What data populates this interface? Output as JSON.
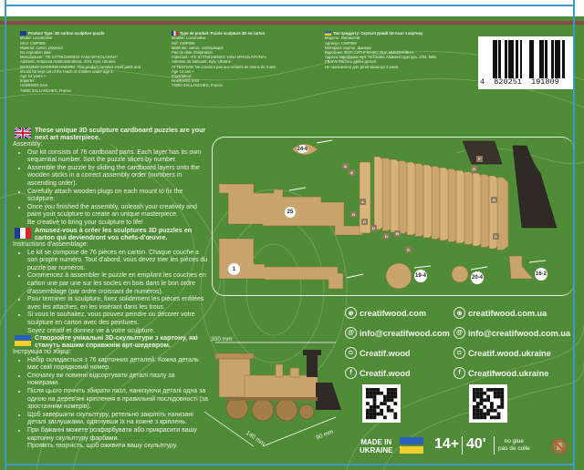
{
  "header": {
    "en_lines": [
      "Product Type: 3D carbon sculpture puzzle",
      "Model: Locomotive",
      "SKU: CWP006",
      "Material: carton, plywood",
      "No expiration date",
      "Manufacturer: \"FE SYTNICHENKO YANA MYKOLAIVNA\"",
      "Address: Antonova Avtokonstruktora, 2/34, Kyiv, Ukraine",
      "WARNING! CHOKING HAZARD. This product contains small parts and",
      "should be kept out of the reach of children under age 3.",
      "Age 14 years +",
      "Importer:",
      "HABRARD SAS",
      "74000 SALLANCHES, France"
    ],
    "fr_lines": [
      "Type de produit: Puzzle sculpture 3D en carton",
      "Modèle: Locomotive",
      "Réf: CWP006",
      "Matériau: carton, contreplaqué",
      "Pas de date d'expiration",
      "Fabricant: «FE SYTNICHENKO YANA MYKOLAYIVNA»",
      "Adresse du fabricant: Kyiv, Ukraine",
      "ATTENTION! Ne convient pas aux enfants de moins de 3 ans",
      "Âge 14 ans +",
      "Importateur:",
      "HABRARD SAS",
      "74000 SALLANCHES, France"
    ],
    "ua_lines": [
      "Тип продукту: Скульптурний 3D-пазл з картону",
      "Модель: Локомотив",
      "Артикул: CWP006",
      "Матеріал: картон, фанера",
      "Виробник: ФОП СИТНІЧЕНКО ЯНА МИКОЛАЇВНА",
      "Адреса виробника: вул. Антонова Авіаконструктора, 2/34, Київ",
      "УВАГА! Містить дрібні деталі",
      "Не призначено для дітей віком до 3 років"
    ]
  },
  "barcode": {
    "digits": "4  820251  191809"
  },
  "sections": {
    "en": {
      "title": "These unique 3D sculpture cardboard puzzles are your next art masterpiece.",
      "subtitle": "Assembly:",
      "items": [
        "Our kit consists of 76 cardboard parts. Each layer has its own sequential number. Sort the puzzle slices by number.",
        "Assemble the puzzle by sliding the cardboard layers onto the wooden sticks in a correct assembly order (numbers in ascending order).",
        "Carefully attach wooden plugs on each mount to fix the sculpture.",
        "Once you finished the assembly, unleash your creativity and paint your sculpture to create an unique masterpiece."
      ],
      "closing": "Be creative to bring your sculpture to life!"
    },
    "fr": {
      "title": "Amusez-vous à créer les sculptures 3D puzzles en carton qui deviendront vos chefs-d'œuvre.",
      "subtitle": "Instructions d'assemblage:",
      "items": [
        "Le kit se compose de 76 pièces en carton. Chaque couche a son propre numéro. Tout d'abord, vous devez trier les pièces du puzzle par numéros.",
        "Commencez à assembler le puzzle en empilant les couches en carton une par une sur les socles en bois dans le bon ordre d'assemblage (par ordre croissant de numéros).",
        "Pour terminer la sculpture, fixez solidement les pièces enfilées avec les attaches, en les insérant dans les trous.",
        "Si vous le souhaitez, vous pouvez peindre ou décorer votre sculpture en carton avec des peintures."
      ],
      "closing": "Soyez créatif et donnez vie à votre sculpture."
    },
    "ua": {
      "title": "Створюйте унікальні 3D-скульптури з картону, які стануть вашим справжнім арт-шедевром.",
      "subtitle": "Інструкція по збірці:",
      "items": [
        "Набір складається з 76 картонних деталей. Кожна деталь має свій порядковий номер.",
        "Спочатку ви повинні відсортувати деталі пазлу за номерами.",
        "Після цього почніть збирати пазл, нанизуючи деталі одна за одною на дерев'яні кріплення в правильній послідовності (за зростанням номерів).",
        "Щоб завершити скульптуру, ретельно закріпіть нанизані деталі заглушками, одягнувши їх на кожне з кріплень.",
        "При бажанні можете розфарбувати або прикрасити вашу картонну скульптуру фарбами."
      ],
      "closing": "Проявіть творчість, щоб оживити вашу скульптуру."
    }
  },
  "diagram": {
    "part_labels": [
      "24-6",
      "25",
      "1",
      "19-4",
      "20-4",
      "16-2"
    ],
    "letters": [
      "A",
      "A",
      "A",
      "D",
      "D",
      "D",
      "D",
      "B",
      "E",
      "F",
      "G",
      "H",
      "C"
    ]
  },
  "dimensions": {
    "length": "300 mm",
    "width": "140 mm",
    "height": "90 mm"
  },
  "contacts": {
    "left": [
      {
        "icon": "globe-icon",
        "text": "creatifwood.com"
      },
      {
        "icon": "email-icon",
        "text": "info@creatifwood.com"
      },
      {
        "icon": "instagram-icon",
        "text": "Creatif.wood"
      },
      {
        "icon": "facebook-icon",
        "text": "Creatif.wood"
      }
    ],
    "right": [
      {
        "icon": "globe-icon",
        "text": "creatifwood.com.ua"
      },
      {
        "icon": "email-icon",
        "text": "info@creatifwood.com.ua"
      },
      {
        "icon": "instagram-icon",
        "text": "Creatif.wood.ukraine"
      },
      {
        "icon": "facebook-icon",
        "text": "Creatifwood.ukraine"
      }
    ]
  },
  "footer": {
    "made_in_1": "MADE IN",
    "made_in_2": "UKRAINE",
    "age": "14+",
    "time": "40'",
    "no_glue_en": "no glue",
    "no_glue_fr": "pas de colle"
  },
  "colors": {
    "background": "#508b37",
    "stripe": "#8c4b46",
    "cardboard": "#c9a46c",
    "edge": "#3d9bc7"
  }
}
